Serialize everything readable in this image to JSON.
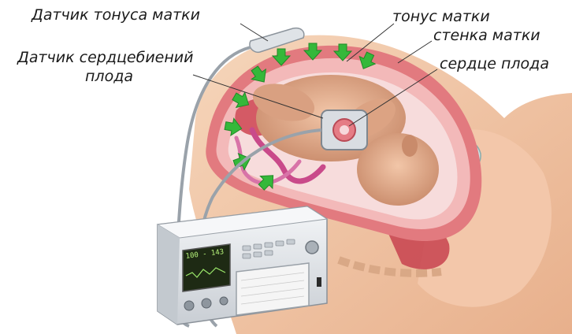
{
  "labels": {
    "uterine_tone_sensor": "Датчик тонуса матки",
    "fetal_heart_sensor_line1": "Датчик сердцебиений",
    "fetal_heart_sensor_line2": "плода",
    "uterine_tone": "тонус матки",
    "uterine_wall": "стенка матки",
    "fetal_heart": "сердце плода"
  },
  "monitor": {
    "screen_readout": "100 - 143"
  },
  "colors": {
    "skin": "#f2c9a6",
    "uterine_wall": "#e0727a",
    "amniotic": "#f7dede",
    "fetus": "#e8b594",
    "arrows": "#35b83a",
    "device_body": "#e9ecef",
    "screen": "#1e2a14"
  }
}
